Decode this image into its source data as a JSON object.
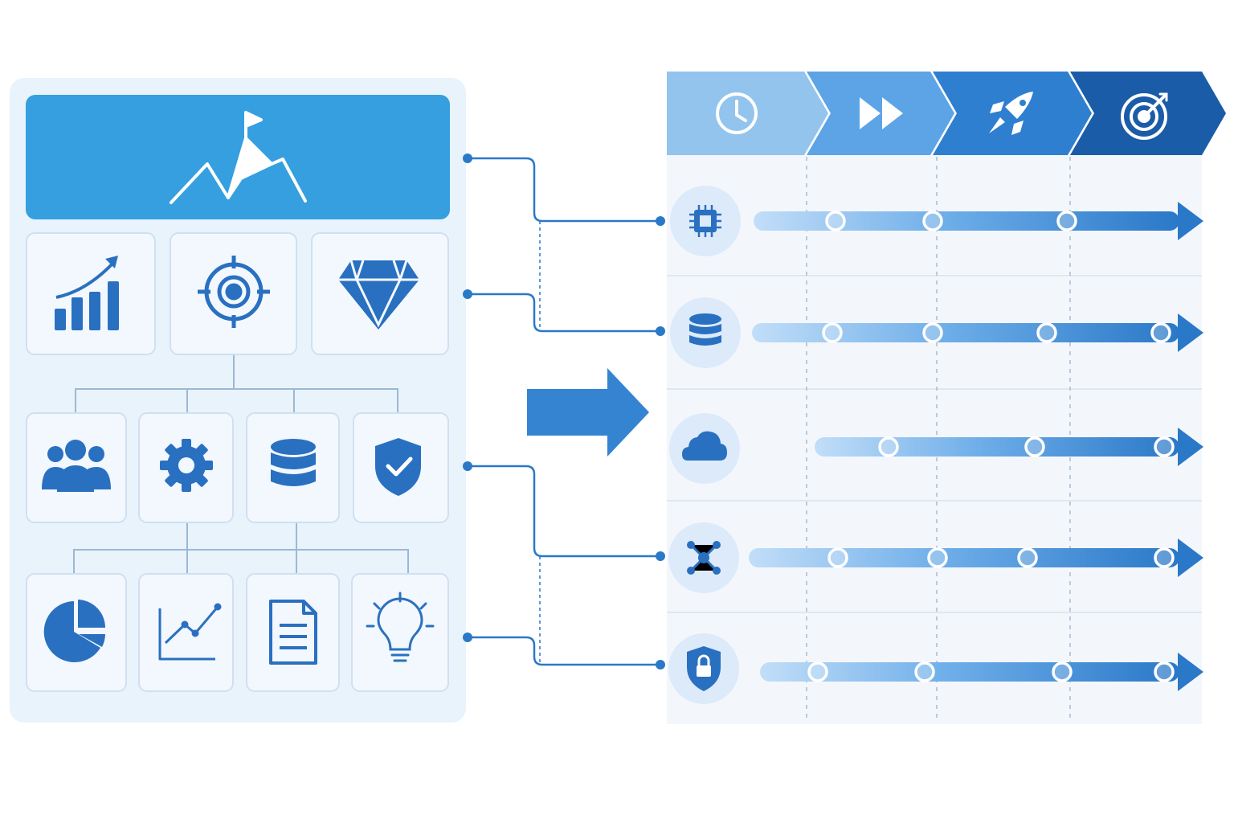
{
  "diagram": {
    "colors": {
      "panel_bg": "#e9f3fc",
      "header_bg": "#359fe0",
      "card_bg": "#f3f8fe",
      "card_border": "#cfe0f1",
      "icon": "#2a70c0",
      "connector": "#2a78c8",
      "tree_line": "#9db8d2",
      "stage_1": "#93c4ee",
      "stage_2": "#5ca4e6",
      "stage_3": "#2f7fd0",
      "stage_4": "#1b5ca8",
      "track_start": "#bddcf7",
      "track_end": "#2a78c8"
    },
    "header": {
      "icon": "mountain-flag-icon"
    },
    "top_cards": [
      "growth-chart-icon",
      "target-icon",
      "diamond-icon"
    ],
    "mid_cards": [
      "team-icon",
      "gear-icon",
      "database-icon",
      "shield-check-icon"
    ],
    "bottom_cards": [
      "pie-chart-icon",
      "line-chart-icon",
      "document-icon",
      "lightbulb-icon"
    ],
    "transition": {
      "icon": "right-arrow-icon"
    },
    "stages": [
      "clock-icon",
      "fast-forward-icon",
      "rocket-icon",
      "target-dart-icon"
    ],
    "rows": [
      {
        "icon": "chip-icon",
        "milestone_stages": [
          1,
          2,
          3
        ]
      },
      {
        "icon": "database-icon",
        "milestone_stages": [
          1,
          2,
          3,
          4
        ]
      },
      {
        "icon": "cloud-icon",
        "milestone_stages": [
          1,
          3,
          4
        ]
      },
      {
        "icon": "network-icon",
        "milestone_stages": [
          1,
          2,
          3,
          4
        ]
      },
      {
        "icon": "shield-lock-icon",
        "milestone_stages": [
          1,
          2,
          3,
          4
        ]
      }
    ],
    "connectors": [
      {
        "from": "header",
        "to_row": 1
      },
      {
        "from": "top-cards",
        "to_row": 2
      },
      {
        "from": "mid-cards",
        "to_row": 4
      },
      {
        "from": "bottom-cards",
        "to_row": 5
      }
    ]
  }
}
